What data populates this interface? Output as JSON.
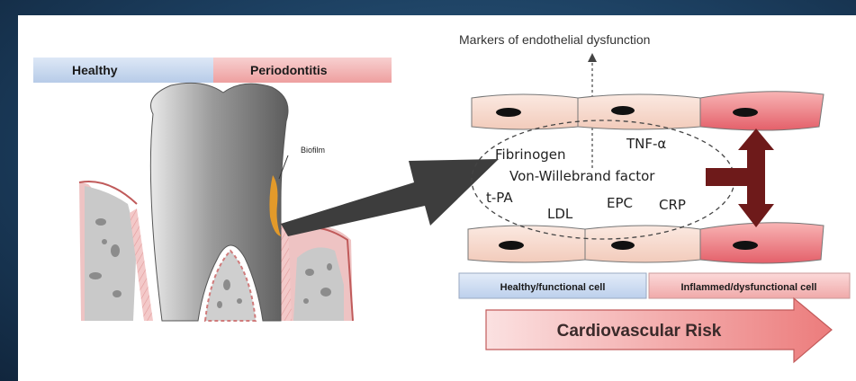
{
  "labels": {
    "healthy": "Healthy",
    "periodontitis": "Periodontitis",
    "biofilm": "Biofilm",
    "markers": "Markers of endothelial dysfunction",
    "fibrinogen": "Fibrinogen",
    "tnf": "TNF-α",
    "vwf": "Von-Willebrand factor",
    "tpa": "t-PA",
    "ldl": "LDL",
    "epc": "EPC",
    "crp": "CRP",
    "healthy_cell": "Healthy/functional cell",
    "inflamed_cell": "Inflammed/dysfunctional cell",
    "cardio_risk": "Cardiovascular Risk"
  },
  "colors": {
    "healthy_bar": "#c9daf0",
    "periodontitis_bar": "#f2b8b8",
    "cell_healthy": "#f7d9cc",
    "cell_inflamed": "#ee7f86",
    "arrow_dark": "#3a3a3a",
    "arrow_maroon": "#6e1a1a",
    "risk_arrow": "#f19a9a",
    "gum": "#f0c2c2",
    "bone": "#c9c9c9",
    "biofilm": "#e39a2a"
  }
}
